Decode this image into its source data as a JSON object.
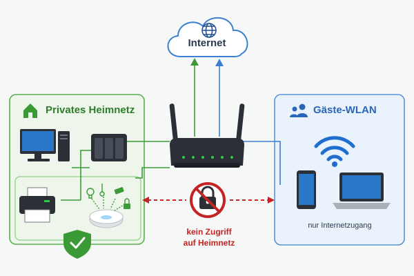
{
  "cloud": {
    "label": "Internet",
    "icon": "globe-icon"
  },
  "private_network": {
    "title": "Privates Heimnetz",
    "icon": "home-icon",
    "accent": "#3a9a35"
  },
  "guest_network": {
    "title": "Gäste-WLAN",
    "icon": "users-icon",
    "note": "nur Internetzugang",
    "accent": "#3b7fd1"
  },
  "block": {
    "line1": "kein Zugriff",
    "line2": "auf Heimnetz",
    "icon": "blocked-lock-icon",
    "color": "#c42424"
  },
  "colors": {
    "router": "#2b2f36",
    "led": "#2ecc40",
    "shield": "#3a9a35",
    "dashed": "#c42424"
  }
}
